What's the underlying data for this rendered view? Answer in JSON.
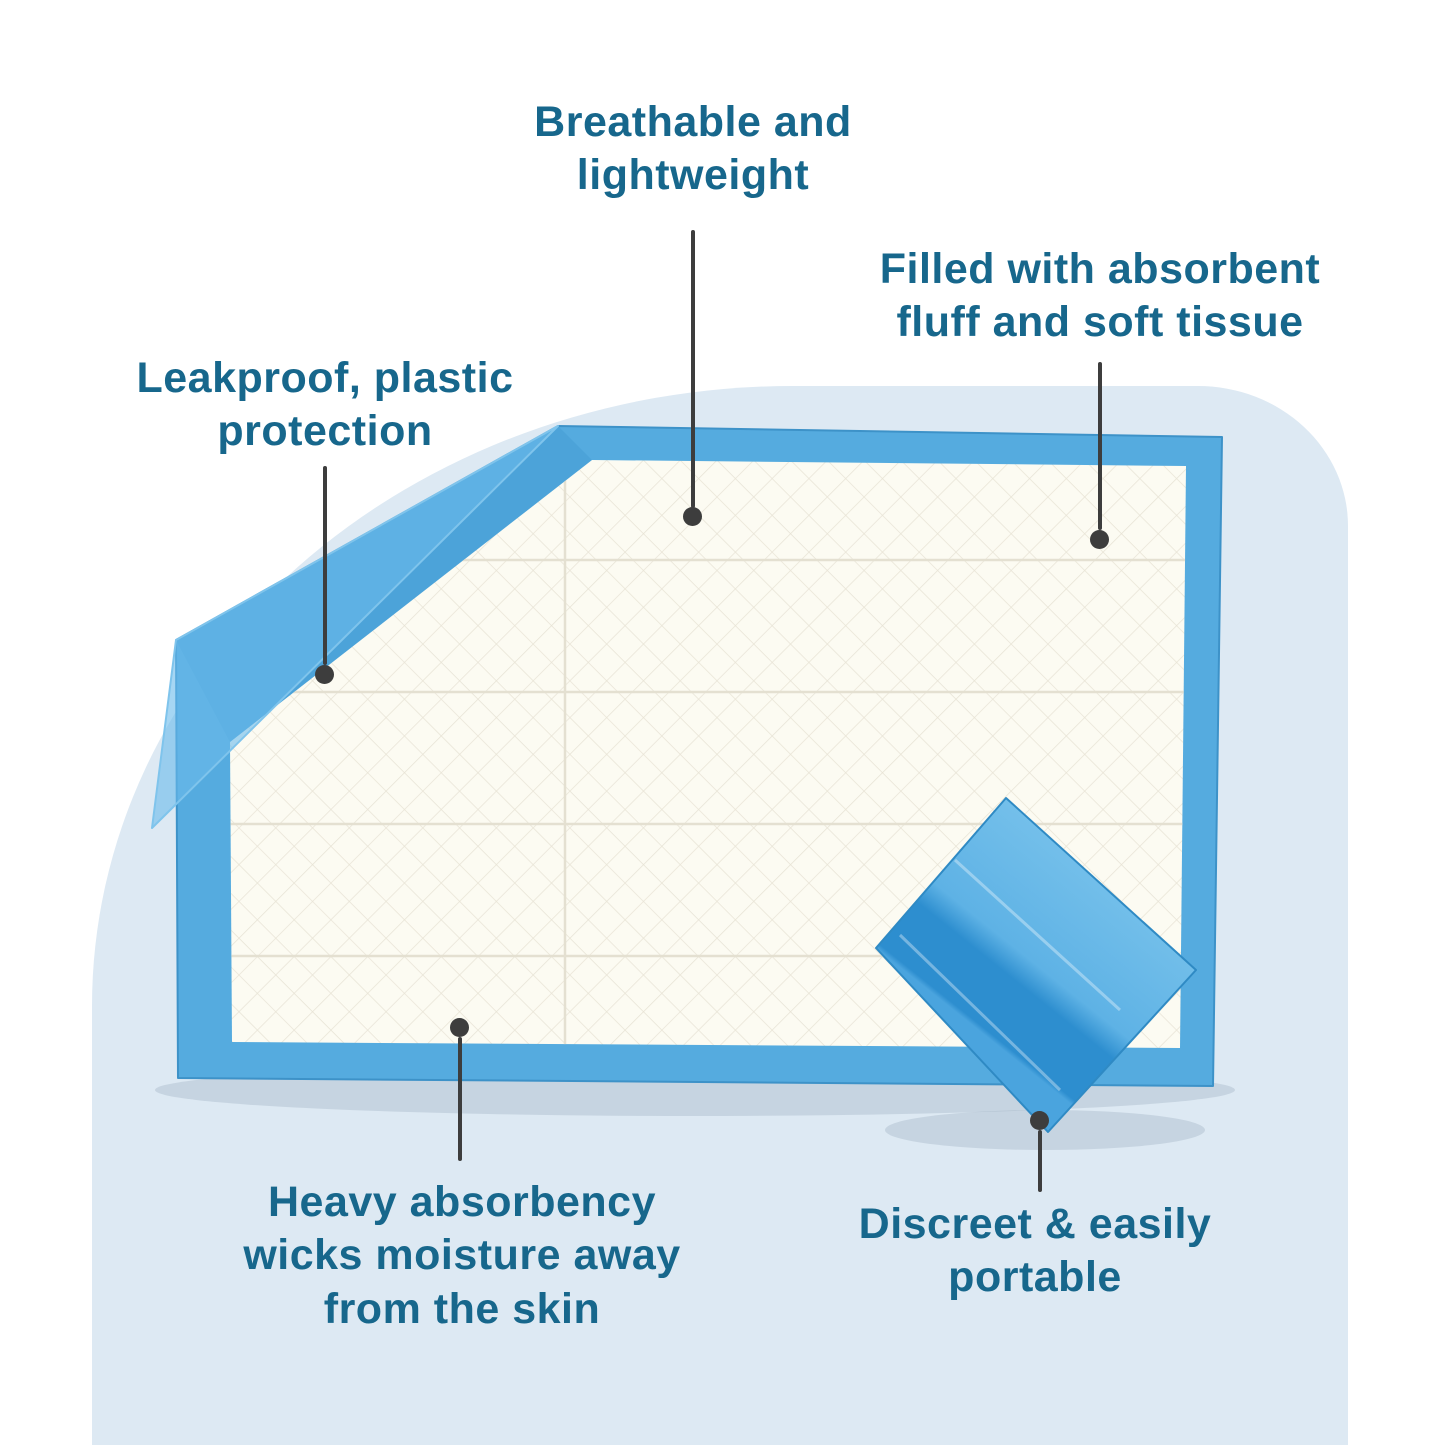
{
  "colors": {
    "label_text": "#17678c",
    "callout_line": "#3d3d3d",
    "pad_border_blue": "#55abdf",
    "pad_fold_blue": "#6abaeb",
    "small_pad_dark_band": "#2d8ecf",
    "pad_surface": "#fcfbf2",
    "quilt_line": "#e8e4d6",
    "background_blob": "#dde9f3"
  },
  "callouts": {
    "breathable": {
      "lines": [
        "Breathable and",
        "lightweight"
      ]
    },
    "filled": {
      "lines": [
        "Filled with absorbent",
        "fluff and soft tissue"
      ]
    },
    "leakproof": {
      "lines": [
        "Leakproof, plastic",
        "protection"
      ]
    },
    "absorbency": {
      "lines": [
        "Heavy absorbency",
        "wicks moisture away",
        "from the skin"
      ]
    },
    "portable": {
      "lines": [
        "Discreet & easily",
        "portable"
      ]
    }
  }
}
